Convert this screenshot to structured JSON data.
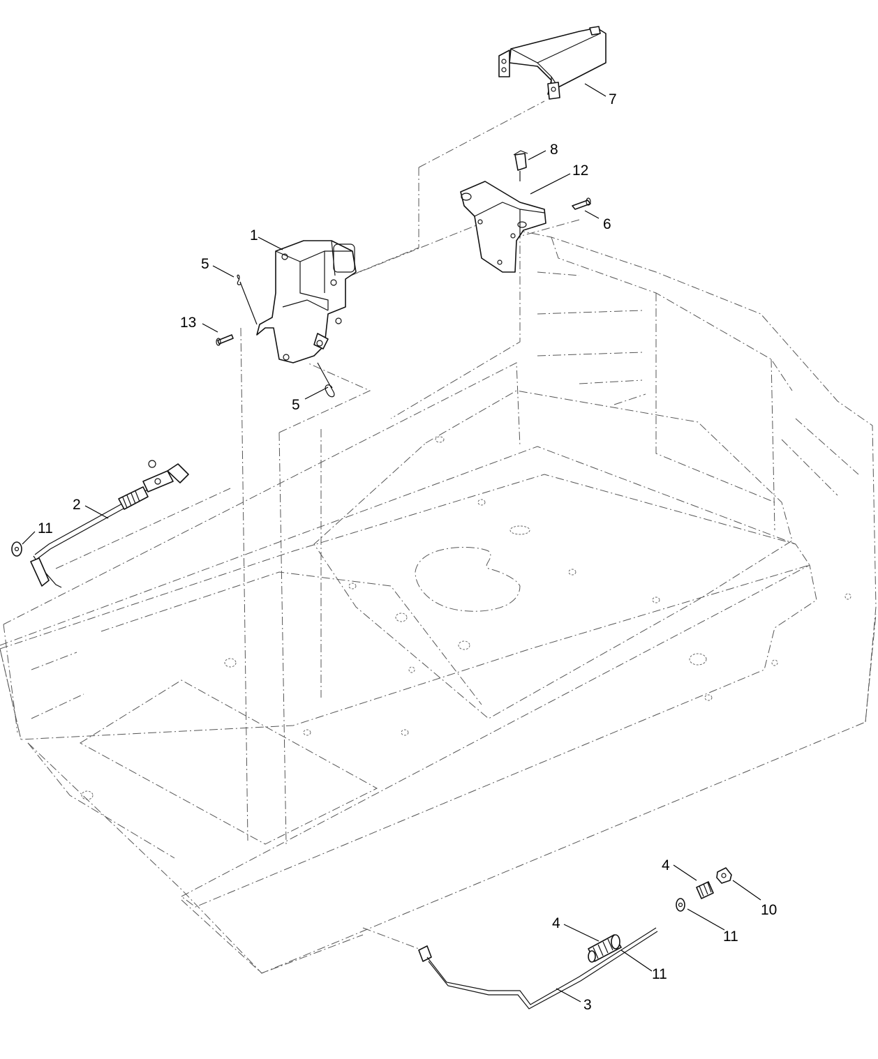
{
  "diagram": {
    "callouts": [
      {
        "id": "c1",
        "label": "1"
      },
      {
        "id": "c2",
        "label": "2"
      },
      {
        "id": "c3",
        "label": "3"
      },
      {
        "id": "c4a",
        "label": "4"
      },
      {
        "id": "c4b",
        "label": "4"
      },
      {
        "id": "c5a",
        "label": "5"
      },
      {
        "id": "c5b",
        "label": "5"
      },
      {
        "id": "c6",
        "label": "6"
      },
      {
        "id": "c7",
        "label": "7"
      },
      {
        "id": "c8",
        "label": "8"
      },
      {
        "id": "c10",
        "label": "10"
      },
      {
        "id": "c11a",
        "label": "11"
      },
      {
        "id": "c11b",
        "label": "11"
      },
      {
        "id": "c11c",
        "label": "11"
      },
      {
        "id": "c12",
        "label": "12"
      },
      {
        "id": "c13",
        "label": "13"
      }
    ]
  }
}
